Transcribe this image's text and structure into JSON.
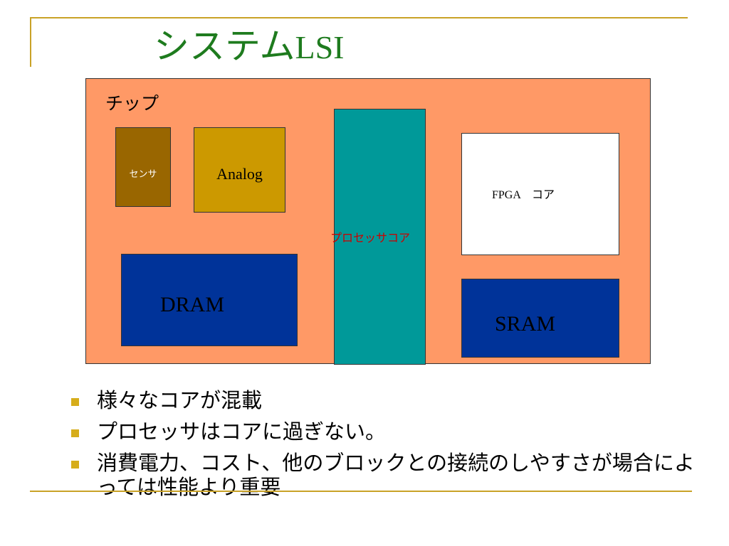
{
  "title": {
    "jp": "システム",
    "en": "LSI"
  },
  "diagram": {
    "chip_label": "チップ",
    "blocks": {
      "sensor": "センサ",
      "analog": "Analog",
      "processor": "プロセッサコア",
      "fpga": "FPGA　コア",
      "dram": "DRAM",
      "sram": "SRAM"
    }
  },
  "bullets": [
    "様々なコアが混載",
    "プロセッサはコアに過ぎない。",
    "消費電力、コスト、他のブロックとの接続のしやすさが場合によっては性能より重要"
  ],
  "colors": {
    "title_green": "#1e7b1e",
    "chip_salmon": "#ff9966",
    "sensor_brown": "#996600",
    "analog_gold": "#cc9900",
    "processor_teal": "#009999",
    "memory_blue": "#003399",
    "processor_label_red": "#cc0000",
    "bullet_gold": "#d6ad1b",
    "rule_gold": "#c9a227"
  }
}
